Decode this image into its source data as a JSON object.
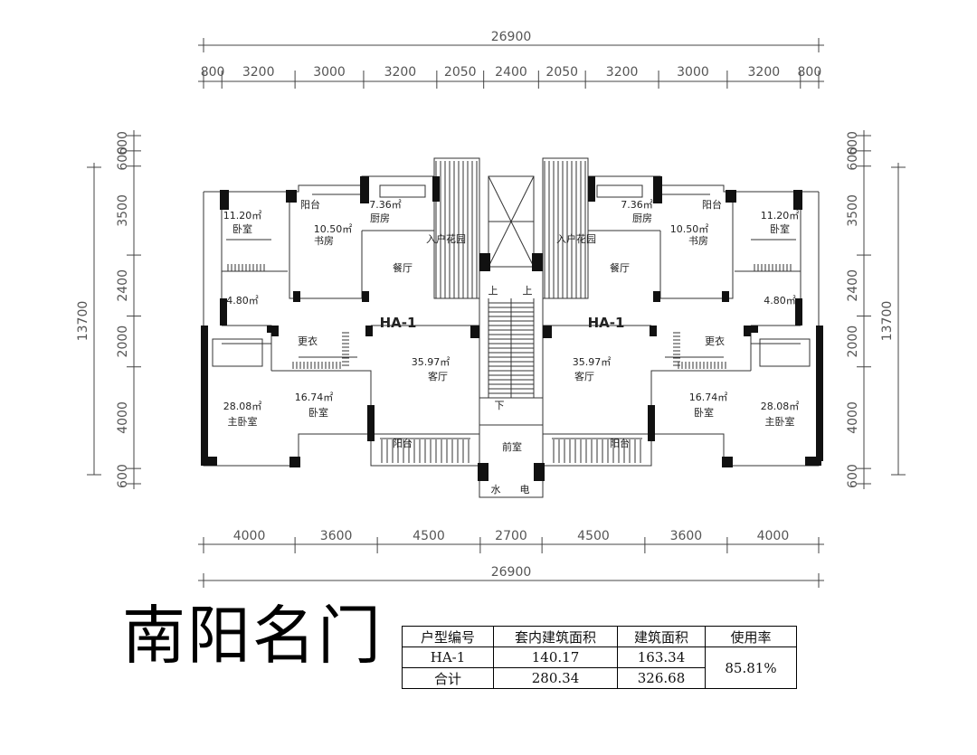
{
  "title": "南阳名门",
  "top_dims": {
    "total": "26900",
    "segments": [
      "800",
      "3200",
      "3000",
      "3200",
      "2050",
      "2400",
      "2050",
      "3200",
      "3000",
      "3200",
      "800"
    ]
  },
  "bottom_dims": {
    "total": "26900",
    "segments": [
      "4000",
      "3600",
      "4500",
      "2700",
      "4500",
      "3600",
      "4000"
    ]
  },
  "left_dims": {
    "total": "13700",
    "segments": [
      "600",
      "600",
      "3500",
      "2400",
      "2000",
      "4000",
      "600"
    ]
  },
  "right_dims": {
    "total": "13700",
    "segments": [
      "600",
      "600",
      "3500",
      "2400",
      "2000",
      "4000",
      "600"
    ]
  },
  "units": [
    {
      "label": "HA-1",
      "rooms": [
        {
          "name": "卧室",
          "area": "11.20㎡"
        },
        {
          "name": "阳台",
          "area": ""
        },
        {
          "name": "厨房",
          "area": "7.36㎡"
        },
        {
          "name": "书房",
          "area": "10.50㎡"
        },
        {
          "name": "餐厅",
          "area": ""
        },
        {
          "name": "入户花园",
          "area": ""
        },
        {
          "name": "",
          "area": "4.80㎡"
        },
        {
          "name": "更衣",
          "area": ""
        },
        {
          "name": "客厅",
          "area": "35.97㎡"
        },
        {
          "name": "卧室",
          "area": "16.74㎡"
        },
        {
          "name": "主卧室",
          "area": "28.08㎡"
        },
        {
          "name": "阳台",
          "area": ""
        }
      ]
    },
    {
      "label": "HA-1",
      "rooms": [
        {
          "name": "卧室",
          "area": "11.20㎡"
        },
        {
          "name": "阳台",
          "area": ""
        },
        {
          "name": "厨房",
          "area": "7.36㎡"
        },
        {
          "name": "书房",
          "area": "10.50㎡"
        },
        {
          "name": "餐厅",
          "area": ""
        },
        {
          "name": "入户花园",
          "area": ""
        },
        {
          "name": "",
          "area": "4.80㎡"
        },
        {
          "name": "更衣",
          "area": ""
        },
        {
          "name": "客厅",
          "area": "35.97㎡"
        },
        {
          "name": "卧室",
          "area": "16.74㎡"
        },
        {
          "name": "主卧室",
          "area": "28.08㎡"
        },
        {
          "name": "阳台",
          "area": ""
        }
      ]
    }
  ],
  "core": {
    "stair_up_1": "上",
    "stair_up_2": "上",
    "stair_down": "下",
    "lobby": "前室",
    "shaft_water": "水",
    "shaft_power": "电"
  },
  "table": {
    "headers": [
      "户型编号",
      "套内建筑面积",
      "建筑面积",
      "使用率"
    ],
    "rows": [
      {
        "type": "HA-1",
        "inner": "140.17",
        "gross": "163.34"
      },
      {
        "type": "合计",
        "inner": "280.34",
        "gross": "326.68"
      }
    ],
    "ratio": "85.81%"
  }
}
